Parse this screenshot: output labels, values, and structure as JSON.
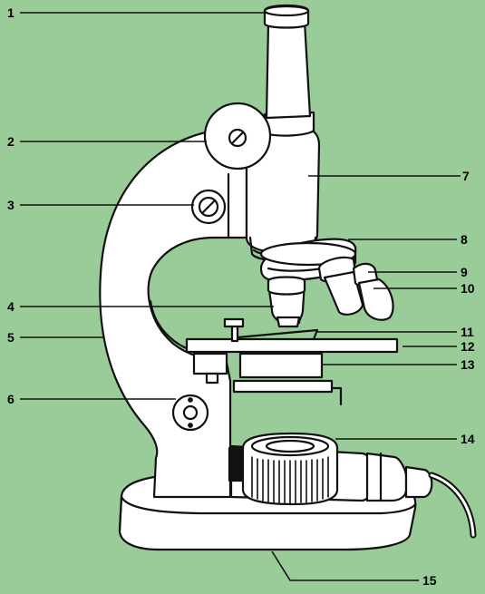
{
  "colors": {
    "background": "#99cc99",
    "ink": "#111111",
    "body": "#ffffff"
  },
  "labels": {
    "l1": "1",
    "l2": "2",
    "l3": "3",
    "l4": "4",
    "l5": "5",
    "l6": "6",
    "l7": "7",
    "l8": "8",
    "l9": "9",
    "l10": "10",
    "l11": "11",
    "l12": "12",
    "l13": "13",
    "l14": "14",
    "l15": "15"
  }
}
